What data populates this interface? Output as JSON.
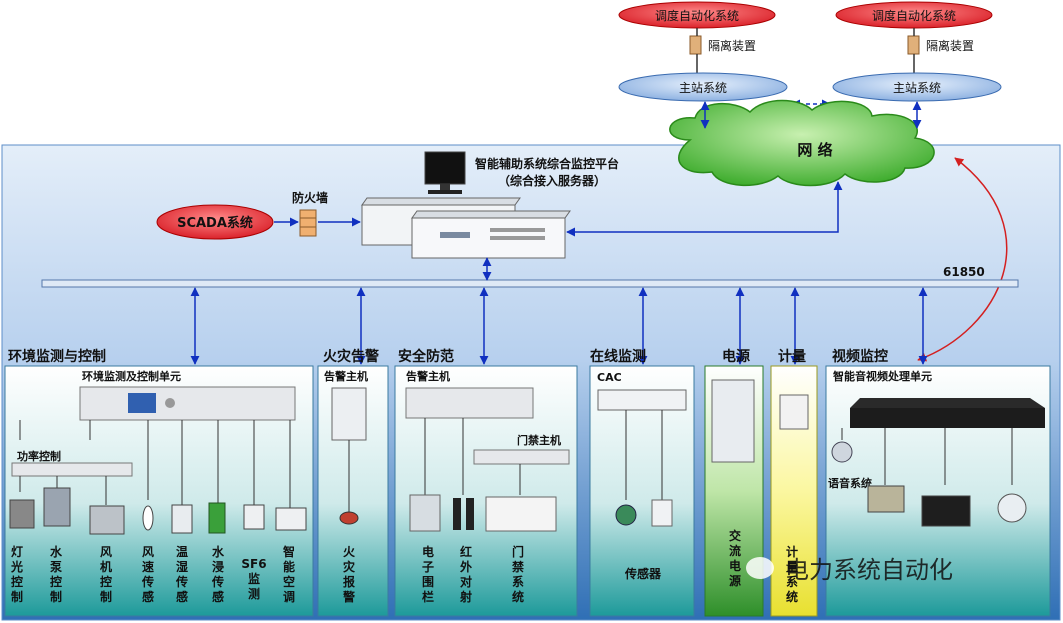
{
  "top": {
    "dispatch_left": "调度自动化系统",
    "dispatch_right": "调度自动化系统",
    "isolation_left": "隔离装置",
    "isolation_right": "隔离装置",
    "master_left": "主站系统",
    "master_right": "主站系统",
    "network": "网  络"
  },
  "platform": {
    "title": "智能辅助系统综合监控平台",
    "subtitle": "（综合接入服务器）",
    "firewall": "防火墙",
    "scada": "SCADA系统",
    "bus_label": "61850"
  },
  "sections": {
    "env_title": "环境监测与控制",
    "fire_title": "火灾告警",
    "security_title": "安全防范",
    "online_title": "在线监测",
    "power_title": "电源",
    "meter_title": "计量",
    "video_title": "视频监控"
  },
  "env": {
    "unit": "环境监测及控制单元",
    "power_control": "功率控制",
    "devices": [
      "灯\n光\n控\n制",
      "水\n泵\n控\n制",
      "风\n机\n控\n制",
      "风\n速\n传\n感",
      "温\n湿\n传\n感",
      "水\n浸\n传\n感",
      "SF6\n监\n测",
      "智\n能\n空\n调"
    ]
  },
  "fire": {
    "host": "告警主机",
    "device": "火\n灾\n报\n警"
  },
  "security": {
    "host": "告警主机",
    "door_host": "门禁主机",
    "devices": [
      "电\n子\n围\n栏",
      "红\n外\n对\n射",
      "门\n禁\n系\n统"
    ]
  },
  "online": {
    "cac": "CAC",
    "sensor": "传感器"
  },
  "power": {
    "device": "交\n流\n电\n源"
  },
  "meter": {
    "device": "计\n量\n系\n统"
  },
  "video": {
    "unit": "智能音视频处理单元",
    "voice": "语音系统"
  },
  "watermark": "电力系统自动化",
  "colors": {
    "panel_top": "#d9e6f5",
    "panel_bottom": "#2d6fb6",
    "section_top": "#ffffff",
    "section_bottom": "#1c9a9a",
    "red_ellipse": "#e8202a",
    "blue_ellipse": "#9fc0ea",
    "cloud": "#3fbf2a",
    "arrow": "#1030c0"
  }
}
